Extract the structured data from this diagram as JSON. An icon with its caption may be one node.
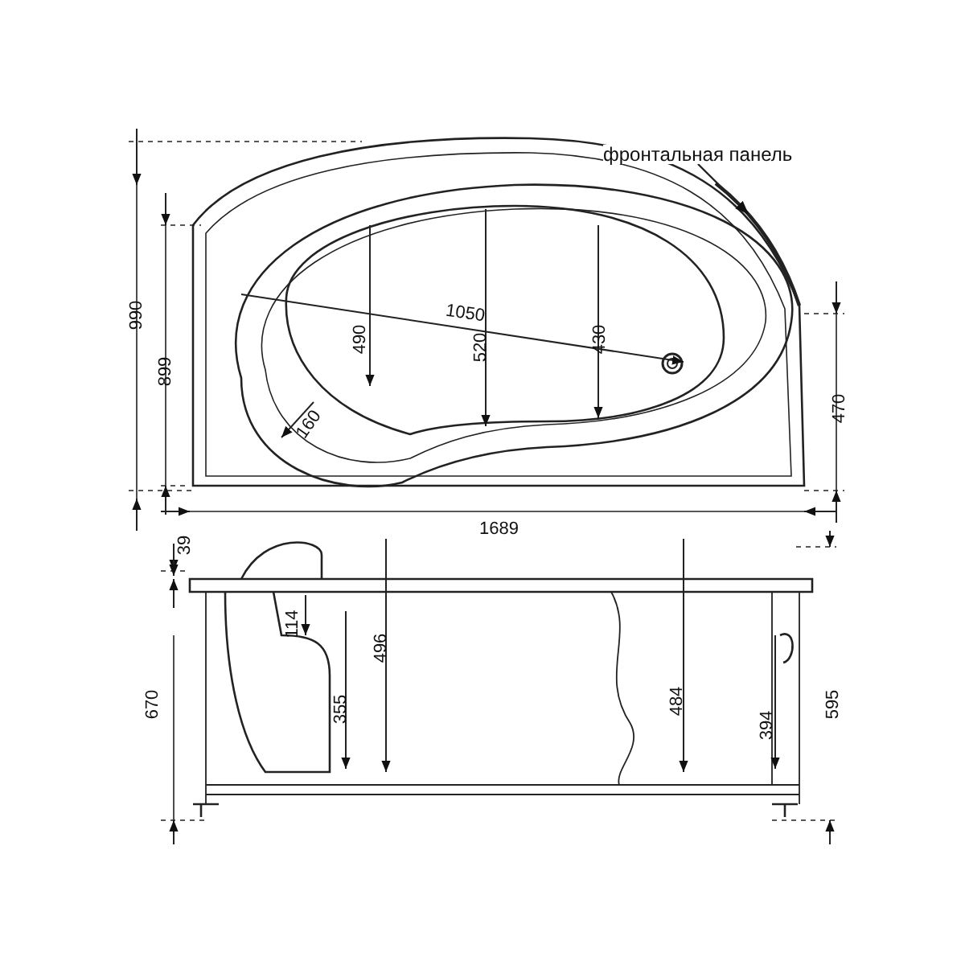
{
  "diagram": {
    "nodes": [
      {
        "text": [
          "фронтальная панель"
        ]
      },
      {
        "text": [],
        "shape": "bar"
      }
    ],
    "edges": [
      {
        "from": 0,
        "to": 1,
        "arrow": "to"
      }
    ],
    "labels": [
      "990",
      "899",
      "490",
      "1050",
      "520",
      "430",
      "470",
      "160",
      "1689",
      "39",
      "114",
      "496",
      "355",
      "484",
      "394",
      "670",
      "595"
    ]
  }
}
